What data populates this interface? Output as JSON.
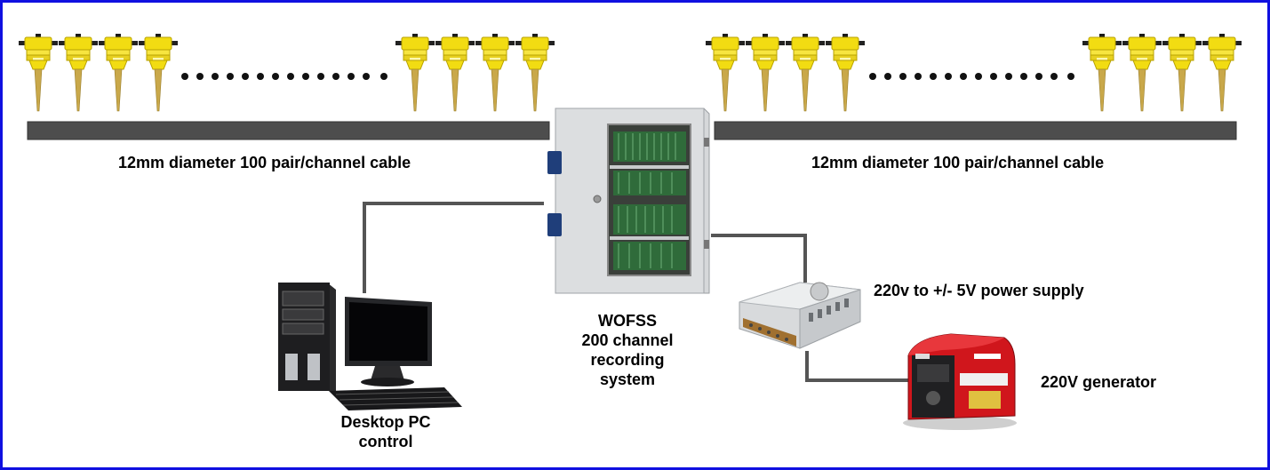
{
  "labels": {
    "cable_left": "12mm diameter 100 pair/channel cable",
    "cable_right": "12mm diameter 100 pair/channel cable",
    "recorder_line1": "WOFSS",
    "recorder_line2": "200 channel",
    "recorder_line3": "recording",
    "recorder_line4": "system",
    "pc_line1": "Desktop PC",
    "pc_line2": "control",
    "power_supply": "220v to +/- 5V power supply",
    "generator": "220V generator"
  },
  "colors": {
    "frame": "#1010e0",
    "cable": "#4d4d4d",
    "geophone": "#f2dc12",
    "spike": "#c9a84a",
    "generator": "#d0161c"
  },
  "icons": {
    "geophone": "geophone-icon",
    "cabinet": "recording-cabinet-icon",
    "pc": "desktop-pc-icon",
    "power_supply": "power-supply-icon",
    "generator": "generator-icon"
  }
}
